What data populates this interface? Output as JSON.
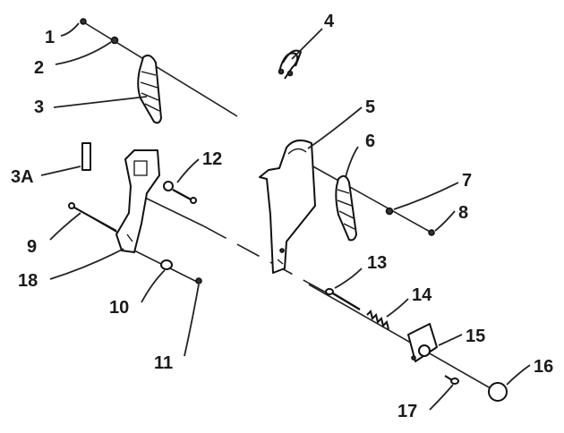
{
  "diagram": {
    "callouts": [
      {
        "id": "1",
        "label": "1"
      },
      {
        "id": "2",
        "label": "2"
      },
      {
        "id": "3",
        "label": "3"
      },
      {
        "id": "3A",
        "label": "3A"
      },
      {
        "id": "4",
        "label": "4"
      },
      {
        "id": "5",
        "label": "5"
      },
      {
        "id": "6",
        "label": "6"
      },
      {
        "id": "7",
        "label": "7"
      },
      {
        "id": "8",
        "label": "8"
      },
      {
        "id": "9",
        "label": "9"
      },
      {
        "id": "10",
        "label": "10"
      },
      {
        "id": "11",
        "label": "11"
      },
      {
        "id": "12",
        "label": "12"
      },
      {
        "id": "13",
        "label": "13"
      },
      {
        "id": "14",
        "label": "14"
      },
      {
        "id": "15",
        "label": "15"
      },
      {
        "id": "16",
        "label": "16"
      },
      {
        "id": "17",
        "label": "17"
      },
      {
        "id": "18",
        "label": "18"
      }
    ]
  }
}
